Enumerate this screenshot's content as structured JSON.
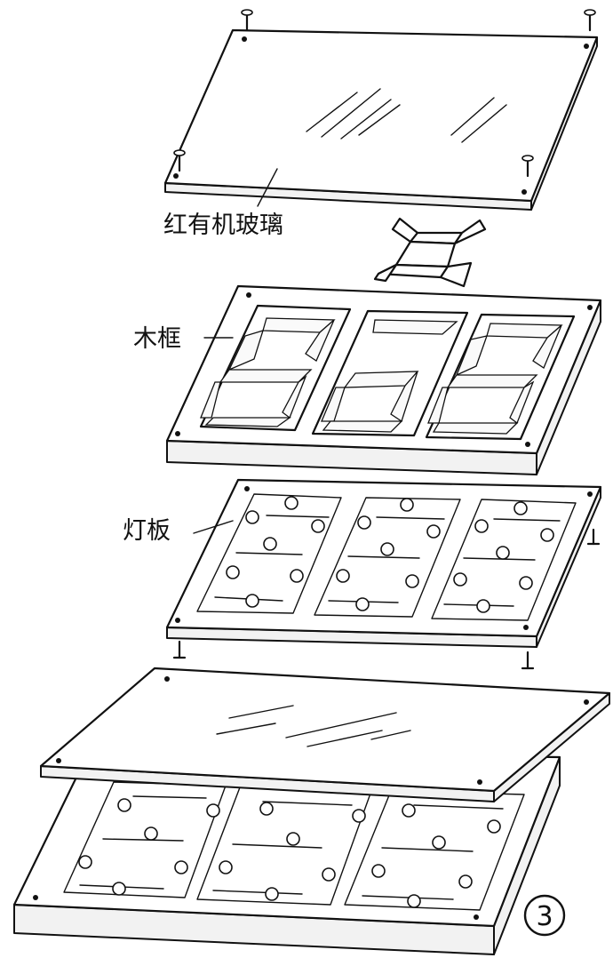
{
  "labels": {
    "acrylic": "红有机玻璃",
    "frame": "木框",
    "lamp_board": "灯板"
  },
  "figure_number": "3",
  "icons": [
    "screw-icon",
    "bulb-icon"
  ]
}
